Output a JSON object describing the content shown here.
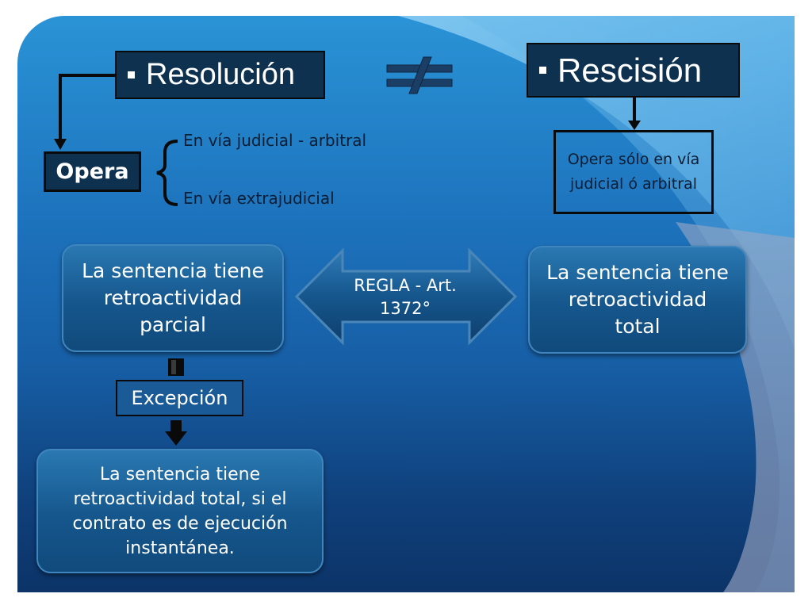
{
  "resolucion": {
    "title": "Resolución"
  },
  "rescision": {
    "title": "Rescisión",
    "desc": "Opera sólo en vía judicial ó arbitral"
  },
  "opera": {
    "label": "Opera",
    "branch_1": "En vía judicial - arbitral",
    "branch_2": "En vía extrajudicial"
  },
  "not_equal_symbol": "≠",
  "parcial_box": "La sentencia  tiene retroactividad parcial",
  "regla": "REGLA - Art. 1372°",
  "total_box": "La sentencia tiene retroactividad total",
  "excepcion": "Excepción",
  "excepcion_desc": "La sentencia tiene retroactividad total, si el contrato es de ejecución instantánea.",
  "colors": {
    "dark_box": "#0e3150",
    "background_top": "#2a93d6",
    "background_bottom": "#0c3468",
    "rounded_box": "#15568c"
  }
}
